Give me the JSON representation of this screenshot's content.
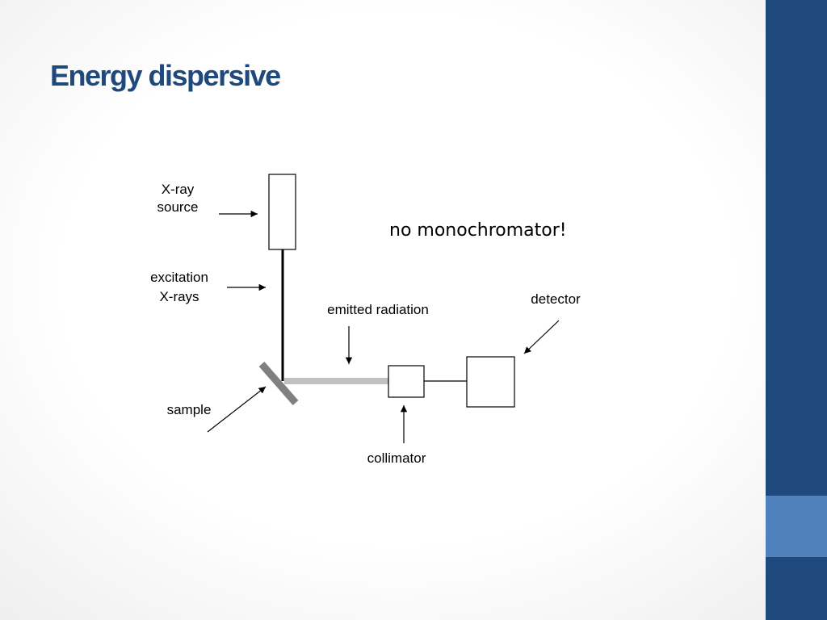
{
  "slide": {
    "title": "Energy dispersive",
    "theme_colors": {
      "sidebar": "#1f497d",
      "sidebar_accent": "#4f81bd",
      "title": "#1f497d",
      "emitted_beam": "#c0c0c0",
      "sample": "#808080"
    }
  },
  "diagram": {
    "labels": {
      "xray_line1": "X-ray",
      "xray_line2": "source",
      "excitation_line1": "excitation",
      "excitation_line2": "X-rays",
      "sample": "sample",
      "emitted_radiation": "emitted radiation",
      "collimator": "collimator",
      "detector": "detector"
    },
    "note": "no monochromator!"
  }
}
